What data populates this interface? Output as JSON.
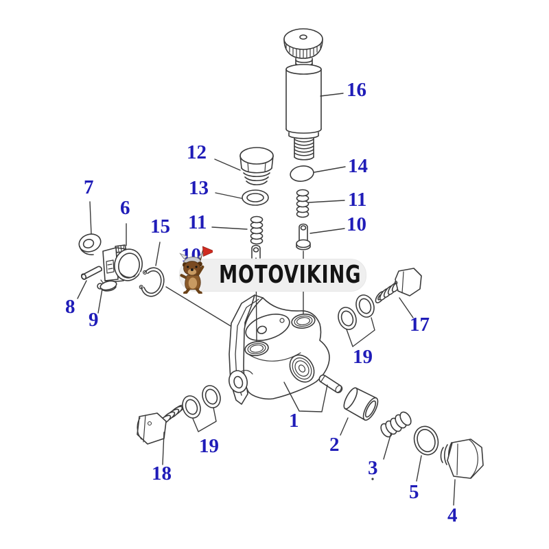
{
  "watermark": {
    "text": "MOTOVIKING",
    "mascot": "viking-dog"
  },
  "colors": {
    "label_blue": "#1f1cb8",
    "line": "#3a3a3a",
    "watermark_bg": "#efefef",
    "watermark_text": "#141414",
    "flag_red": "#cf2b20"
  },
  "callouts": {
    "c16": "16",
    "c12": "12",
    "c14": "14",
    "c13": "13",
    "c11l": "11",
    "c11r": "11",
    "c10r": "10",
    "c10l": "10",
    "c7": "7",
    "c6": "6",
    "c15": "15",
    "c8": "8",
    "c9": "9",
    "c17": "17",
    "c19r": "19",
    "c1": "1",
    "c2": "2",
    "c3": "3",
    "c5": "5",
    "c4": "4",
    "c18": "18",
    "c19l": "19"
  }
}
